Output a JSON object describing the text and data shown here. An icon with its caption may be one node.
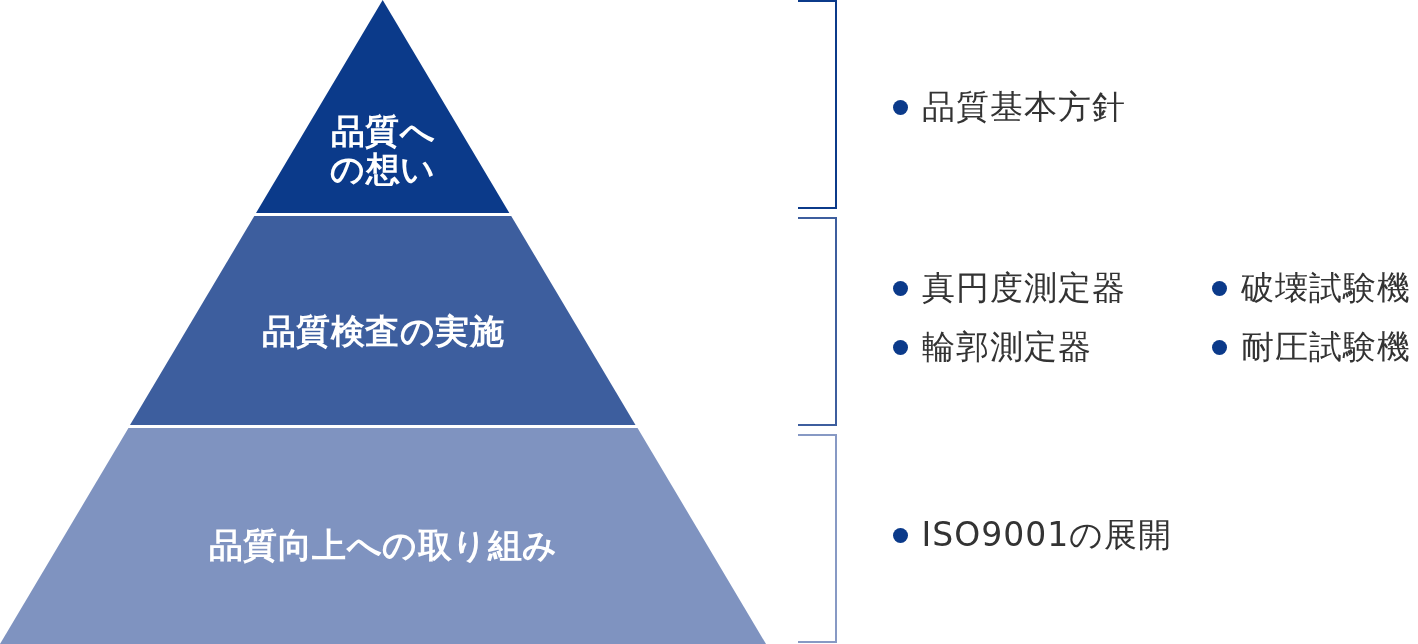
{
  "diagram": {
    "nodes": [
      {
        "text": [
          "品質への想い"
        ]
      },
      {
        "text": [
          "品質検査の実施"
        ]
      },
      {
        "text": [
          "品質向上への取り組み"
        ]
      }
    ],
    "labels": [
      "品質基本方針",
      "真円度測定器",
      "破壊試験機",
      "輪郭測定器",
      "耐圧試験機",
      "ISO9001の展開"
    ]
  }
}
